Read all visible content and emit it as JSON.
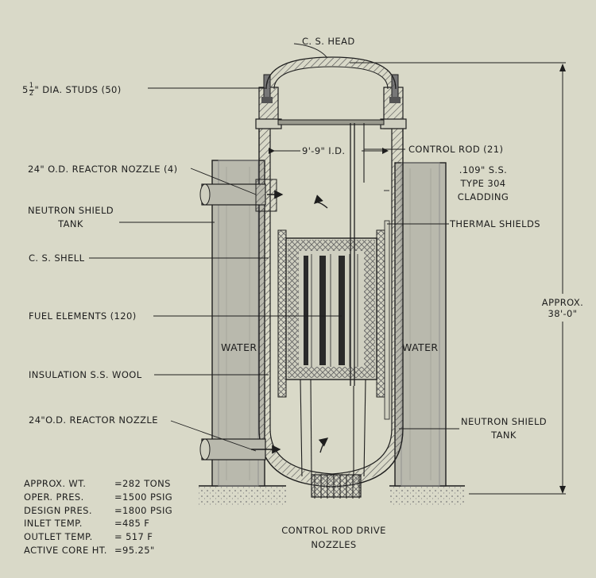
{
  "labels": {
    "head": "C. S. HEAD",
    "studs_prefix": "5",
    "studs_frac_num": "1",
    "studs_frac_den": "2",
    "studs_suffix": "\" DIA. STUDS (50)",
    "inner_diameter": "9'-9\" I.D.",
    "control_rod": "CONTROL ROD (21)",
    "reactor_nozzle_top": "24\" O.D. REACTOR NOZZLE (4)",
    "cladding_line1": ".109\" S.S.",
    "cladding_line2": "TYPE 304",
    "cladding_line3": "CLADDING",
    "neutron_shield_left_line1": "NEUTRON SHIELD",
    "neutron_shield_left_line2": "TANK",
    "thermal_shields": "THERMAL SHIELDS",
    "shell": "C. S. SHELL",
    "height_line1": "APPROX.",
    "height_line2": "38'-0\"",
    "fuel_elements": "FUEL ELEMENTS (120)",
    "water_left": "WATER",
    "water_right": "WATER",
    "insulation": "INSULATION S.S. WOOL",
    "reactor_nozzle_bottom": "24\"O.D. REACTOR NOZZLE",
    "neutron_shield_right_line1": "NEUTRON SHIELD",
    "neutron_shield_right_line2": "TANK",
    "drive_nozzles_line1": "CONTROL ROD DRIVE",
    "drive_nozzles_line2": "NOZZLES"
  },
  "specs": [
    {
      "key": "APPROX. WT.",
      "value": "=282 TONS"
    },
    {
      "key": "OPER. PRES.",
      "value": "=1500 PSIG"
    },
    {
      "key": "DESIGN PRES.",
      "value": "=1800 PSIG"
    },
    {
      "key": "INLET TEMP.",
      "value": "=485 F"
    },
    {
      "key": "OUTLET TEMP.",
      "value": "= 517 F"
    },
    {
      "key": "ACTIVE CORE HT.",
      "value": "=95.25\""
    }
  ],
  "colors": {
    "background": "#d9d9c8",
    "ink": "#1e1e1e",
    "shield_fill": "#b9b9ad",
    "hatch": "#555555",
    "fuel": "#2a2a2a"
  }
}
